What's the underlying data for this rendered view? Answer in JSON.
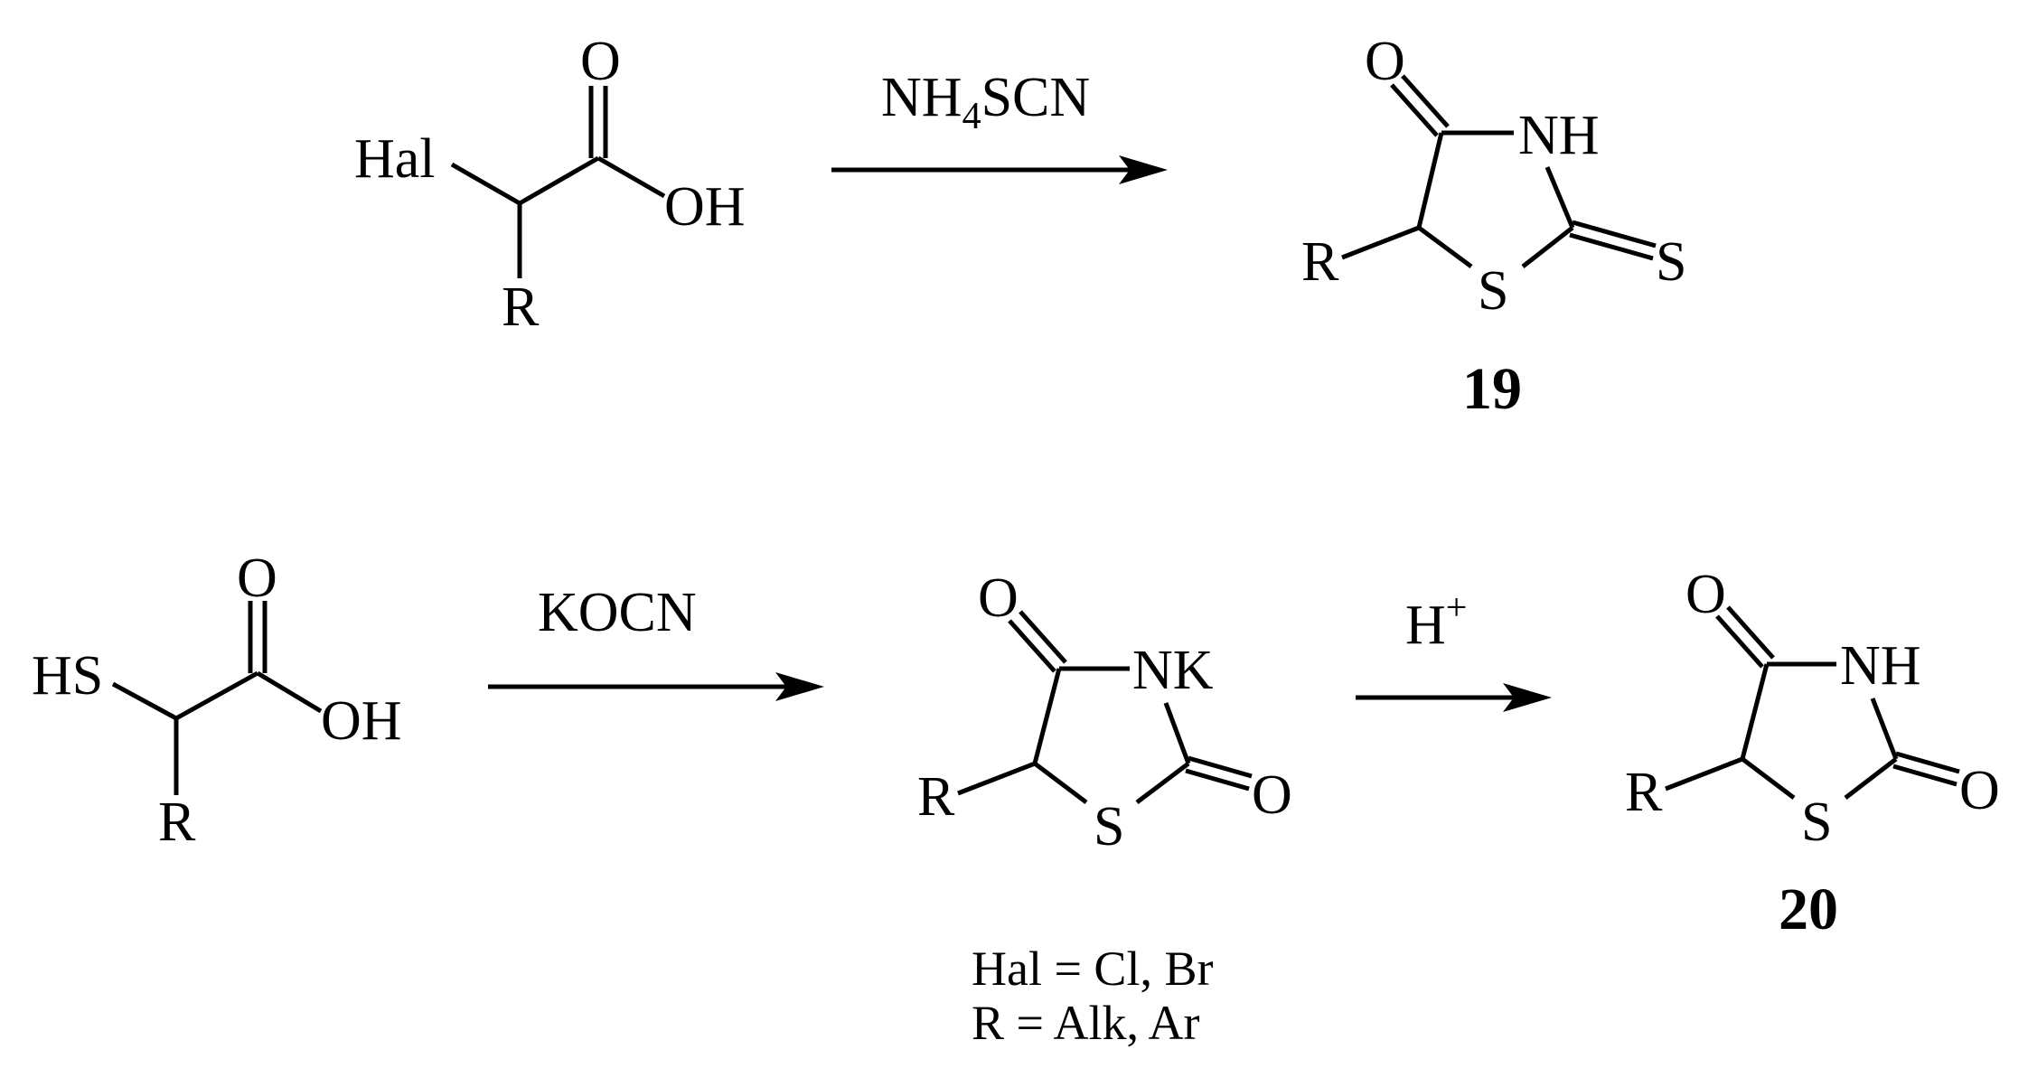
{
  "reaction_1": {
    "reactant": {
      "halogen": "Hal",
      "oxo": "O",
      "hydroxyl": "OH",
      "substituent": "R"
    },
    "reagent": {
      "prefix": "NH",
      "subscript": "4",
      "suffix": "SCN"
    },
    "product": {
      "oxo": "O",
      "ring_n": "NH",
      "ring_s": "S",
      "thioxo": "S",
      "substituent": "R",
      "number": "19"
    }
  },
  "reaction_2": {
    "reactant": {
      "thiol": "HS",
      "oxo": "O",
      "hydroxyl": "OH",
      "substituent": "R"
    },
    "reagent": "KOCN",
    "intermediate": {
      "oxo_top": "O",
      "ring_n": "NK",
      "ring_s": "S",
      "oxo_right": "O",
      "substituent": "R"
    },
    "acid_reagent": {
      "base": "H",
      "superscript": "+"
    },
    "product": {
      "oxo_top": "O",
      "ring_n": "NH",
      "ring_s": "S",
      "oxo_right": "O",
      "substituent": "R",
      "number": "20"
    }
  },
  "legend": {
    "hal_definition": "Hal = Cl, Br",
    "r_definition": "R = Alk, Ar"
  }
}
